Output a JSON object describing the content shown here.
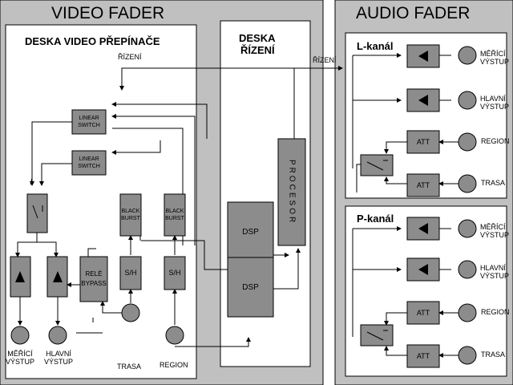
{
  "video": {
    "title": "VIDEO FADER",
    "switch_board": "DESKA VIDEO PŘEPÍNAČE",
    "control_in": "ŘÍZENÍ",
    "control_board_l1": "DESKA",
    "control_board_l2": "ŘÍZENÍ",
    "linear_switch_1": [
      "LINEAR",
      "SWITCH"
    ],
    "linear_switch_2": [
      "LINEAR",
      "SWITCH"
    ],
    "black_burst_1": [
      "BLACK",
      "BURST"
    ],
    "black_burst_2": [
      "BLACK",
      "BURST"
    ],
    "sh_1": "S/H",
    "sh_2": "S/H",
    "relay": [
      "RELÉ",
      "BYPASS"
    ],
    "dsp_1": "DSP",
    "dsp_2": "DSP",
    "processor": "PROCESOR",
    "out_meter": [
      "MĚŘÍCÍ",
      "VÝSTUP"
    ],
    "out_main": [
      "HLAVNÍ",
      "VÝSTUP"
    ],
    "in_trasa": "TRASA",
    "in_region": "REGION"
  },
  "audio": {
    "title": "AUDIO FADER",
    "control_in": "ŘÍZENÍ",
    "channel_l": {
      "name": "L-kanál",
      "out_meter": [
        "MĚŘÍCÍ",
        "VÝSTUP"
      ],
      "out_main": [
        "HLAVNÍ",
        "VÝSTUP"
      ],
      "att_1": "ATT",
      "att_2": "ATT",
      "in_region": "REGION",
      "in_trasa": "TRASA"
    },
    "channel_p": {
      "name": "P-kanál",
      "out_meter": [
        "MĚŘÍCÍ",
        "VÝSTUP"
      ],
      "out_main": [
        "HLAVNÍ",
        "VÝSTUP"
      ],
      "att_1": "ATT",
      "att_2": "ATT",
      "in_region": "REGION",
      "in_trasa": "TRASA"
    }
  },
  "colors": {
    "panel": "#c0c0c0",
    "block": "#8c8c8c",
    "line": "#000000",
    "background": "#ffffff"
  }
}
